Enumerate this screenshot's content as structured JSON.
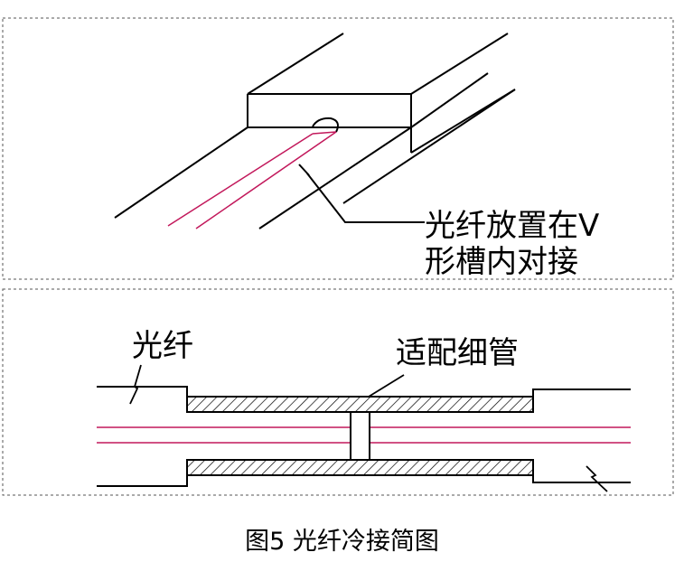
{
  "panel_top": {
    "label_line1": "光纤放置在V",
    "label_line2": "形槽内对接"
  },
  "panel_bottom": {
    "label_fiber": "光纤",
    "label_sleeve": "适配细管"
  },
  "caption": "图5  光纤冷接简图",
  "colors": {
    "fiber": "#c2185b",
    "line": "#000000",
    "frame": "#555555"
  }
}
